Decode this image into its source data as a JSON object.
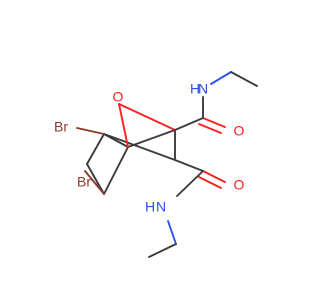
{
  "molecule": {
    "atoms": {
      "oxygen_bridge": "O",
      "oxygen_carbonyl_1": "O",
      "oxygen_carbonyl_2": "O",
      "nitrogen_1": "N",
      "hydrogen_1": "H",
      "nitrogen_2": "N",
      "hydrogen_2": "H",
      "bromine_1": "Br",
      "bromine_2": "Br"
    },
    "colors": {
      "carbon_bonds": "#3b3b3b",
      "oxygen": "#ff1f1f",
      "nitrogen": "#2f4ff0",
      "bromine": "#8a3b2a"
    }
  }
}
